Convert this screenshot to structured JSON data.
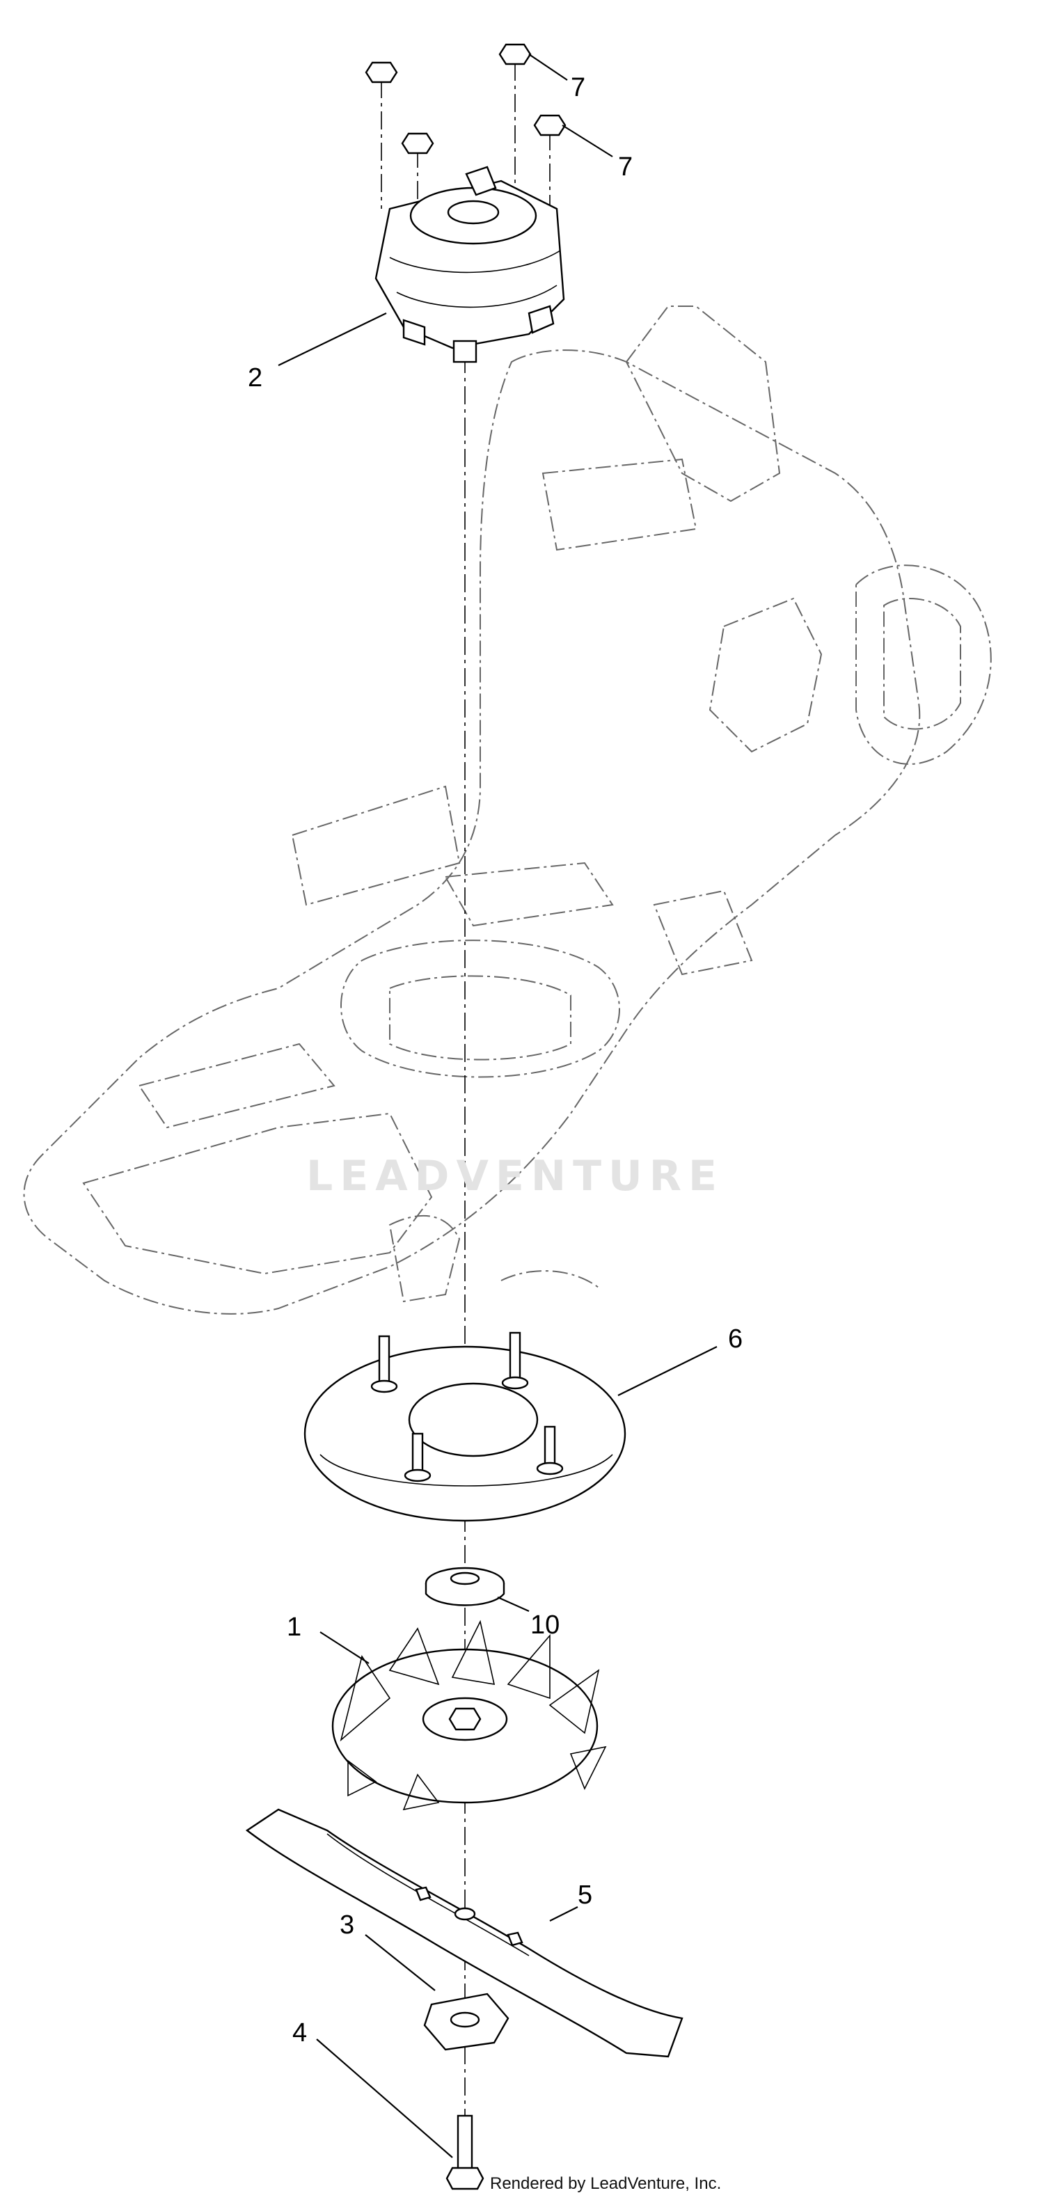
{
  "callouts": [
    {
      "id": "7a",
      "label": "7"
    },
    {
      "id": "7b",
      "label": "7"
    },
    {
      "id": "2",
      "label": "2"
    },
    {
      "id": "6",
      "label": "6"
    },
    {
      "id": "10",
      "label": "10"
    },
    {
      "id": "1",
      "label": "1"
    },
    {
      "id": "5",
      "label": "5"
    },
    {
      "id": "3",
      "label": "3"
    },
    {
      "id": "4",
      "label": "4"
    }
  ],
  "watermark": "LEADVENTURE",
  "footer": "Rendered by LeadVenture, Inc."
}
